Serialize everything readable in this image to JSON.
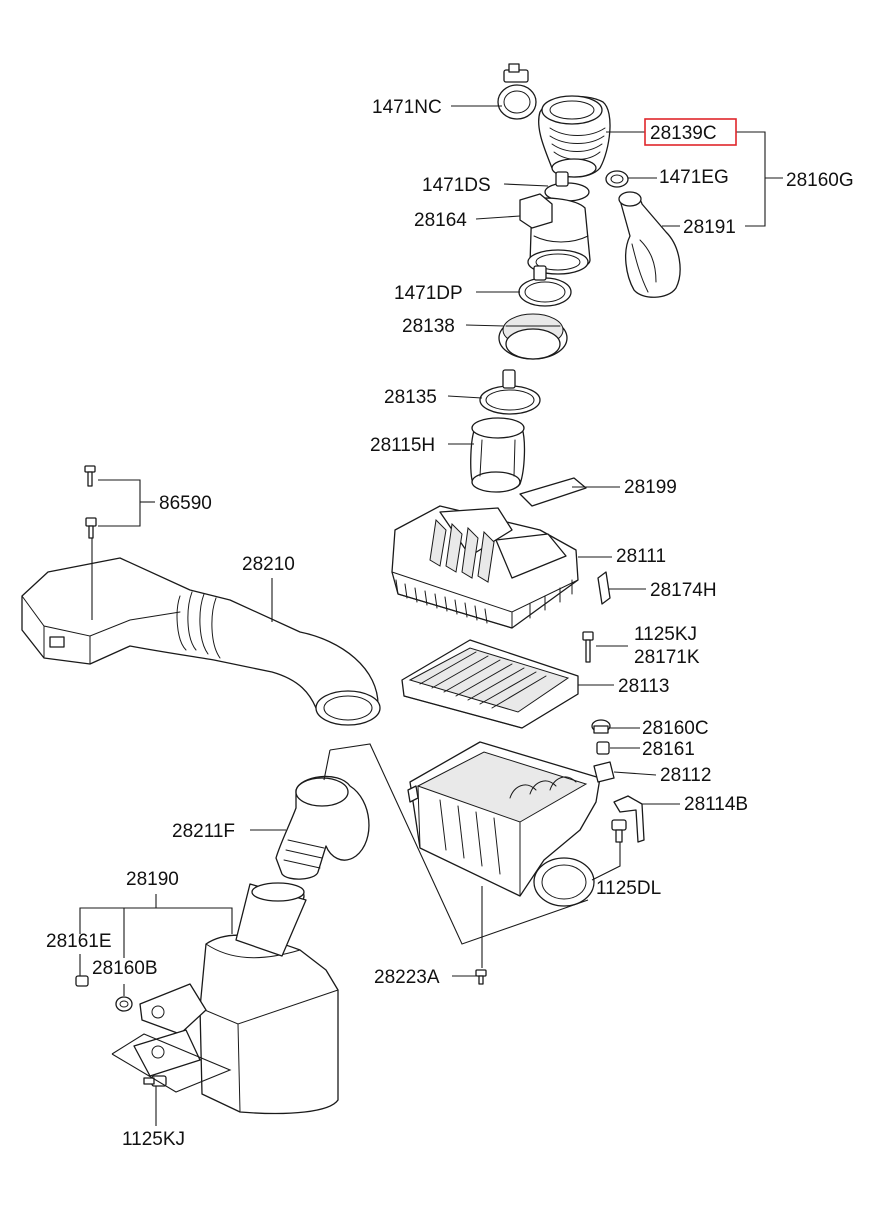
{
  "highlight_color": "#e0262b",
  "labels": {
    "l1471NC": "1471NC",
    "l28139C": "28139C",
    "l1471DS": "1471DS",
    "l1471EG": "1471EG",
    "l28160G": "28160G",
    "l28164": "28164",
    "l28191": "28191",
    "l1471DP": "1471DP",
    "l28138": "28138",
    "l28135": "28135",
    "l28115H": "28115H",
    "l28199": "28199",
    "l86590": "86590",
    "l28210": "28210",
    "l28111": "28111",
    "l28174H": "28174H",
    "l1125KJ_a": "1125KJ",
    "l28171K": "28171K",
    "l28113": "28113",
    "l28160C": "28160C",
    "l28161": "28161",
    "l28112": "28112",
    "l28114B": "28114B",
    "l28211F": "28211F",
    "l1125DL": "1125DL",
    "l28190": "28190",
    "l28161E": "28161E",
    "l28160B": "28160B",
    "l28223A": "28223A",
    "l1125KJ_b": "1125KJ"
  }
}
